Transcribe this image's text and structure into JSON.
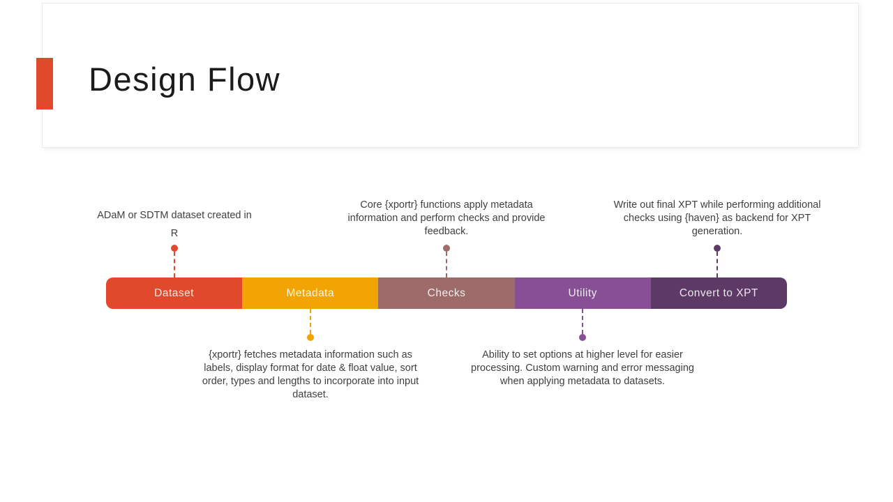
{
  "slide": {
    "title": "Design Flow",
    "accent_color": "#E0492C",
    "text_color": "#3f3f3f"
  },
  "stages": [
    {
      "id": "dataset",
      "label": "Dataset",
      "color": "#E0492C",
      "note_position": "above",
      "description": "ADaM or SDTM dataset created in R"
    },
    {
      "id": "metadata",
      "label": "Metadata",
      "color": "#F2A405",
      "note_position": "below",
      "description": "{xportr} fetches metadata information such as labels, display format for date & float value, sort order, types and lengths to incorporate into input dataset."
    },
    {
      "id": "checks",
      "label": "Checks",
      "color": "#9E6B6B",
      "note_position": "above",
      "description": "Core {xportr} functions apply metadata information and perform checks and provide feedback."
    },
    {
      "id": "utility",
      "label": "Utility",
      "color": "#875095",
      "note_position": "below",
      "description": "Ability to set options at higher level for easier processing. Custom warning and error messaging when applying metadata to datasets."
    },
    {
      "id": "convert_to_xpt",
      "label": "Convert to XPT",
      "color": "#5D3A66",
      "note_position": "above",
      "description": "Write out final XPT while performing additional checks using {haven} as backend for XPT generation."
    }
  ]
}
